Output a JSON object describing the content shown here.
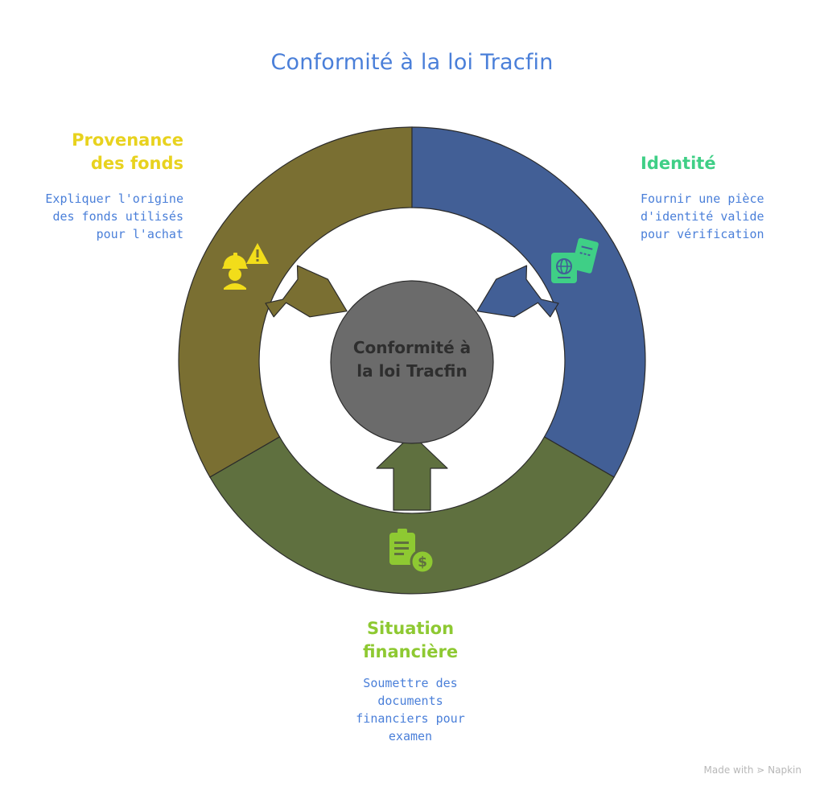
{
  "title": "Conformité à la loi Tracfin",
  "center": {
    "line1": "Conformité à",
    "line2": "la loi Tracfin",
    "color": "#6b6b6b"
  },
  "segments": [
    {
      "id": "provenance",
      "title_line1": "Provenance",
      "title_line2": "des fonds",
      "desc_lines": [
        "Expliquer l'origine",
        "des fonds utilisés",
        "pour l'achat"
      ],
      "color": "#7a6f32",
      "title_color": "#e8d21e",
      "icon": "worker-warning-icon"
    },
    {
      "id": "identite",
      "title_line1": "Identité",
      "desc_lines": [
        "Fournir une pièce",
        "d'identité valide",
        "pour vérification"
      ],
      "color": "#425f96",
      "title_color": "#3fcf86",
      "icon": "passport-tickets-icon"
    },
    {
      "id": "situation",
      "title_line1": "Situation",
      "title_line2": "financière",
      "desc_lines": [
        "Soumettre des",
        "documents",
        "financiers pour",
        "examen"
      ],
      "color": "#5f703f",
      "title_color": "#8ec932",
      "icon": "financial-document-icon"
    }
  ],
  "accent_color": "#4a7fd9",
  "brand": "Made with ⋗ Napkin"
}
